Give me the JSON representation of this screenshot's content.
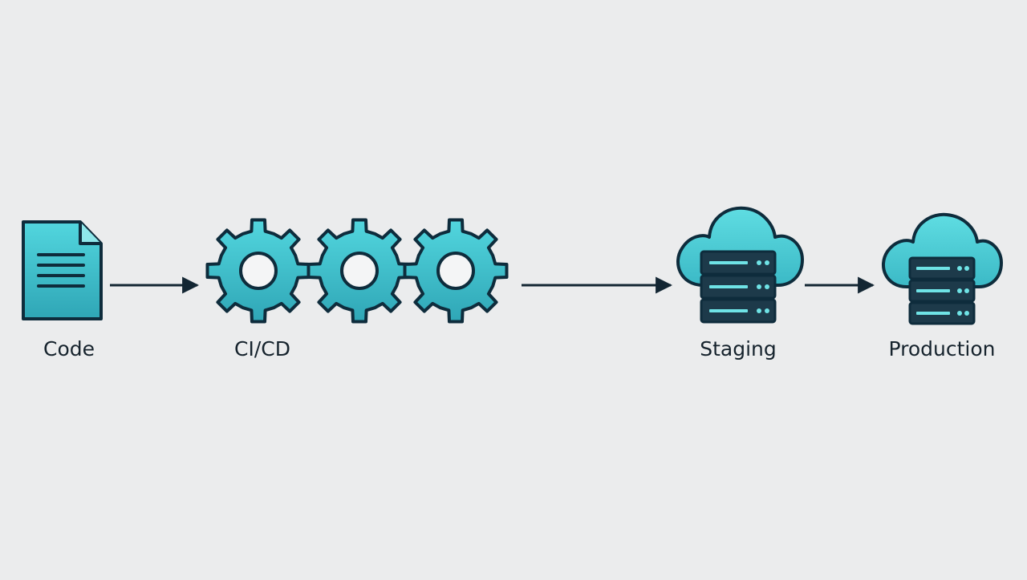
{
  "diagram": {
    "stages": [
      {
        "id": "code",
        "label": "Code",
        "icon": "document-icon"
      },
      {
        "id": "cicd",
        "label": "CI/CD",
        "icon": "gears-icon"
      },
      {
        "id": "staging",
        "label": "Staging",
        "icon": "cloud-server-icon"
      },
      {
        "id": "production",
        "label": "Production",
        "icon": "cloud-server-icon"
      }
    ],
    "flow": [
      {
        "from": "code",
        "to": "cicd"
      },
      {
        "from": "cicd",
        "to": "staging"
      },
      {
        "from": "staging",
        "to": "production"
      }
    ]
  },
  "colors": {
    "background": "#ebeced",
    "icon_fill_light": "#4fd3dc",
    "icon_fill_dark": "#2a9fb1",
    "outline": "#0e2c3c",
    "arrow": "#132633",
    "text": "#16232d"
  }
}
